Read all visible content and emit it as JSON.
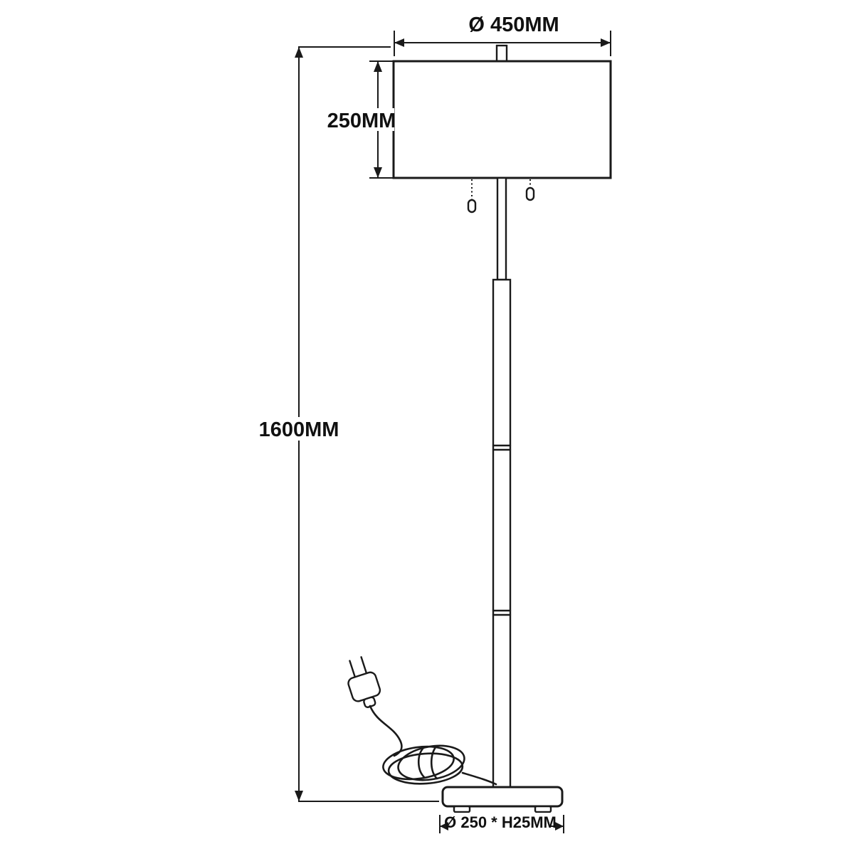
{
  "diagram": {
    "subject": "floor-lamp-technical-drawing",
    "labels": {
      "shade_diameter": "Ø 450MM",
      "shade_height": "250MM",
      "total_height": "1600MM",
      "base_size": "Ø 250 * H25MM"
    },
    "colors": {
      "ink": "#1a1a1a",
      "background": "#ffffff"
    }
  }
}
